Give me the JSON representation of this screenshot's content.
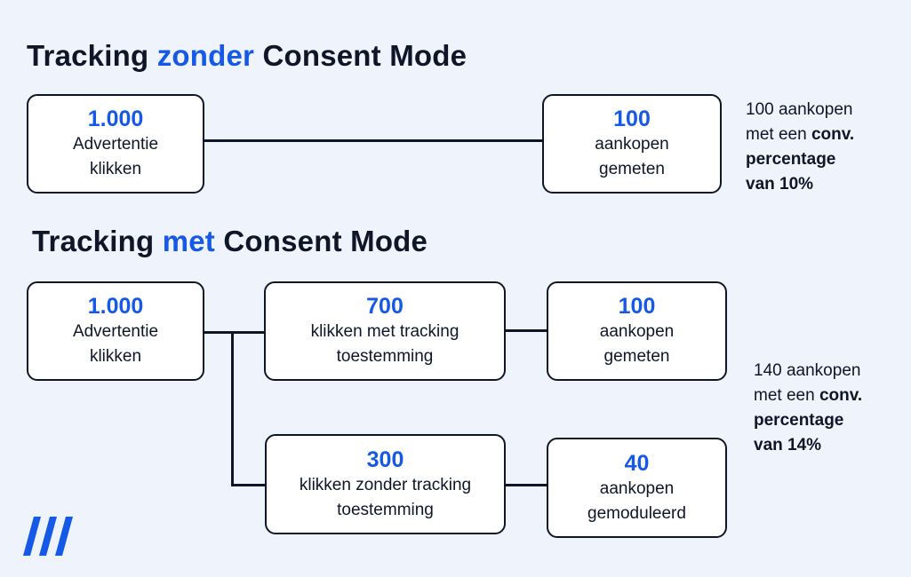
{
  "section1": {
    "title_pre": "Tracking ",
    "title_hl": "zonder",
    "title_post": " Consent Mode",
    "clicks": {
      "value": "1.000",
      "line1": "Advertentie",
      "line2": "klikken"
    },
    "purchases": {
      "value": "100",
      "line1": "aankopen",
      "line2": "gemeten"
    },
    "note": {
      "line1": "100 aankopen",
      "line2_pre": "met een ",
      "line2_bold": "conv.",
      "line3_bold": "percentage",
      "line4_bold": "van 10%"
    }
  },
  "section2": {
    "title_pre": "Tracking ",
    "title_hl": "met",
    "title_post": " Consent Mode",
    "clicks": {
      "value": "1.000",
      "line1": "Advertentie",
      "line2": "klikken"
    },
    "consent_yes": {
      "value": "700",
      "line1": "klikken met tracking",
      "line2": "toestemming"
    },
    "consent_no": {
      "value": "300",
      "line1": "klikken zonder tracking",
      "line2": "toestemming"
    },
    "measured": {
      "value": "100",
      "line1": "aankopen",
      "line2": "gemeten"
    },
    "modeled": {
      "value": "40",
      "line1": "aankopen",
      "line2": "gemoduleerd"
    },
    "note": {
      "line1": "140 aankopen",
      "line2_pre": "met een ",
      "line2_bold": "conv.",
      "line3_bold": "percentage",
      "line4_bold": "van 14%"
    }
  },
  "colors": {
    "accent": "#1559e6",
    "ink": "#0e1627",
    "background": "#eef3fc"
  },
  "logo_icon": "slash-stripes-logo-icon"
}
